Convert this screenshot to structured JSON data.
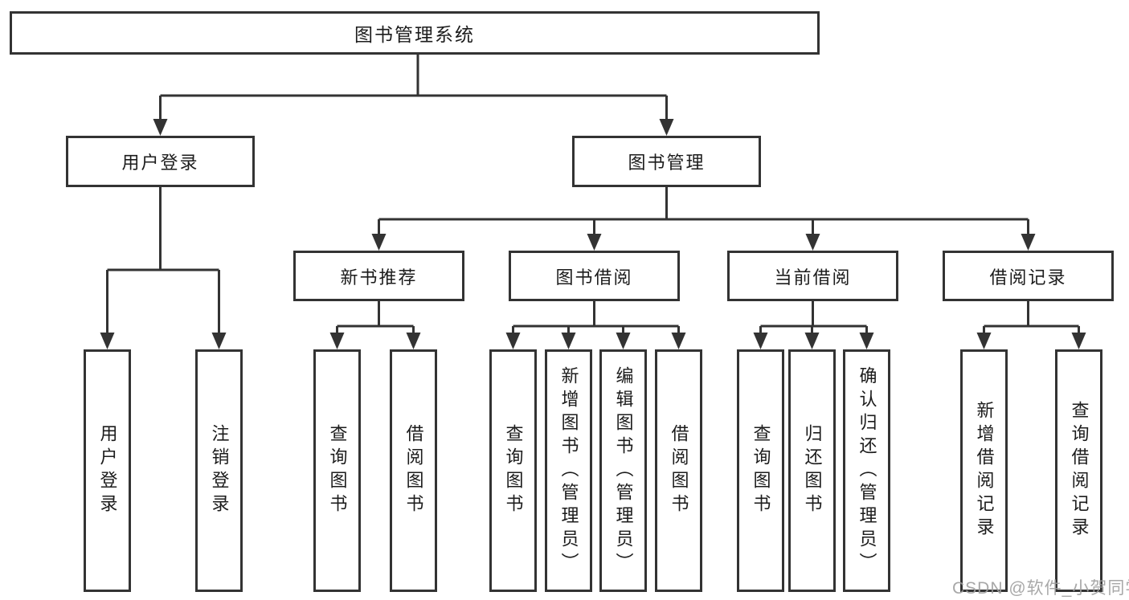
{
  "diagram": {
    "root": {
      "label": "图书管理系统"
    },
    "level2": [
      {
        "label": "用户登录"
      },
      {
        "label": "图书管理"
      }
    ],
    "level3": [
      {
        "label": "新书推荐"
      },
      {
        "label": "图书借阅"
      },
      {
        "label": "当前借阅"
      },
      {
        "label": "借阅记录"
      }
    ],
    "leaves": {
      "login": [
        "用户登录",
        "注销登录"
      ],
      "recommend": [
        "查询图书",
        "借阅图书"
      ],
      "borrow": [
        "查询图书",
        "新增图书（管理员）",
        "编辑图书（管理员）",
        "借阅图书"
      ],
      "current": [
        "查询图书",
        "归还图书",
        "确认归还（管理员）"
      ],
      "records": [
        "新增借阅记录",
        "查询借阅记录"
      ]
    }
  },
  "watermark": "CSDN @软件_小贺同学",
  "colors": {
    "line": "#333333",
    "text": "#1c1c1c",
    "box_background": "#ffffff",
    "page_background": "#ffffff",
    "watermark": "#9e9e9e"
  }
}
